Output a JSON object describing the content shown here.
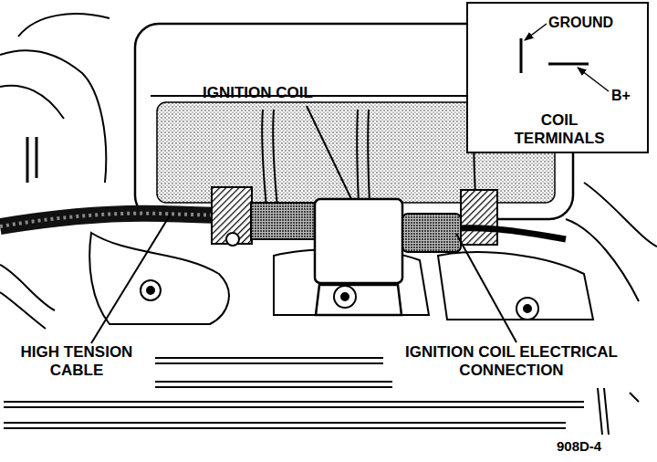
{
  "diagram": {
    "nodes": [
      {
        "text": [
          "GROUND",
          "B+",
          "COIL TERMINALS"
        ]
      }
    ],
    "labels": [
      "IGNITION COIL",
      "HIGH TENSION CABLE",
      "IGNITION COIL ELECTRICAL CONNECTION",
      "908D-4"
    ]
  }
}
